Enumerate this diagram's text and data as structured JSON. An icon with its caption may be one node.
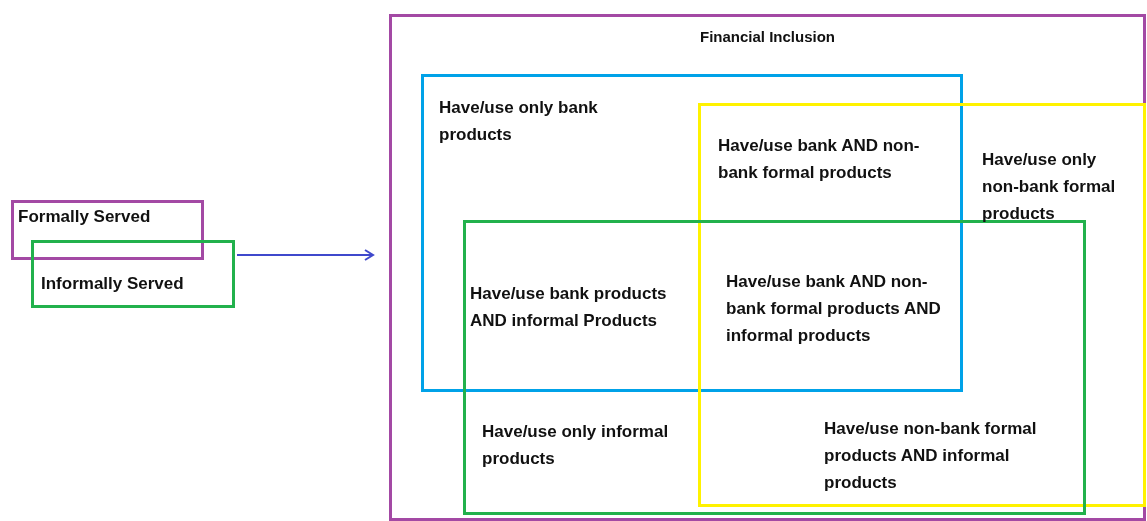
{
  "diagram": {
    "nodes": [
      {
        "text": [
          "Formally Served"
        ]
      },
      {
        "text": [
          "Informally Served"
        ]
      },
      {
        "text": [
          "Financial Inclusion"
        ]
      },
      {
        "text": [
          "Have/use only bank products"
        ],
        "in": 2
      },
      {
        "text": [
          "Have/use only non-bank formal products"
        ],
        "in": 2
      },
      {
        "text": [
          "Have/use only informal products"
        ],
        "in": 2
      }
    ],
    "edges": [
      {
        "from": 1,
        "to": 2,
        "arrow": "to"
      }
    ],
    "labels": [
      "Have/use bank AND non-bank formal products",
      "Have/use bank products AND informal Products",
      "Have/use bank AND non-bank formal products AND informal products",
      "Have/use non-bank formal products AND informal products"
    ]
  }
}
